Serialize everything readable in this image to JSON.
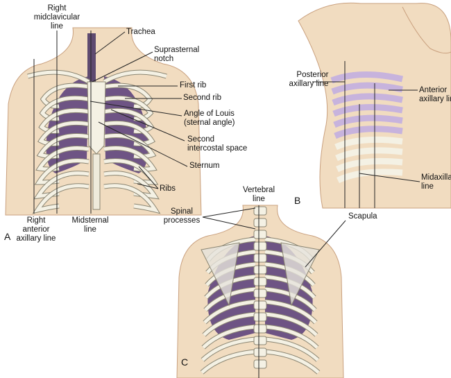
{
  "panel_a": {
    "letter": "A",
    "labels": {
      "right_midclavicular_line": [
        "Right",
        "midclavicular",
        "line"
      ],
      "trachea": "Trachea",
      "suprasternal_notch": [
        "Suprasternal",
        "notch"
      ],
      "first_rib": "First rib",
      "second_rib": "Second rib",
      "angle_of_louis": [
        "Angle of Louis",
        "(sternal angle)"
      ],
      "second_intercostal_space": [
        "Second",
        "intercostal space"
      ],
      "sternum": "Sternum",
      "ribs": "Ribs",
      "right_anterior_axillary_line": [
        "Right",
        "anterior",
        "axillary line"
      ],
      "midsternal_line": [
        "Midsternal",
        "line"
      ]
    }
  },
  "panel_b": {
    "letter": "B",
    "labels": {
      "posterior_axillary_line": [
        "Posterior",
        "axillary line"
      ],
      "anterior_axillary_line": [
        "Anterior",
        "axillary line"
      ],
      "midaxillary_line": [
        "Midaxillary",
        "line"
      ]
    }
  },
  "panel_c": {
    "letter": "C",
    "labels": {
      "vertebral_line": [
        "Vertebral",
        "line"
      ],
      "spinal_processes": [
        "Spinal",
        "processes"
      ],
      "scapula": "Scapula"
    }
  },
  "colors": {
    "skin": "#f1dcc0",
    "skin_edge": "#c9a07e",
    "bone": "#f4f1e4",
    "bone_edge": "#8a8572",
    "lung": "#6e5484",
    "lung_light": "#c7b3dd"
  }
}
